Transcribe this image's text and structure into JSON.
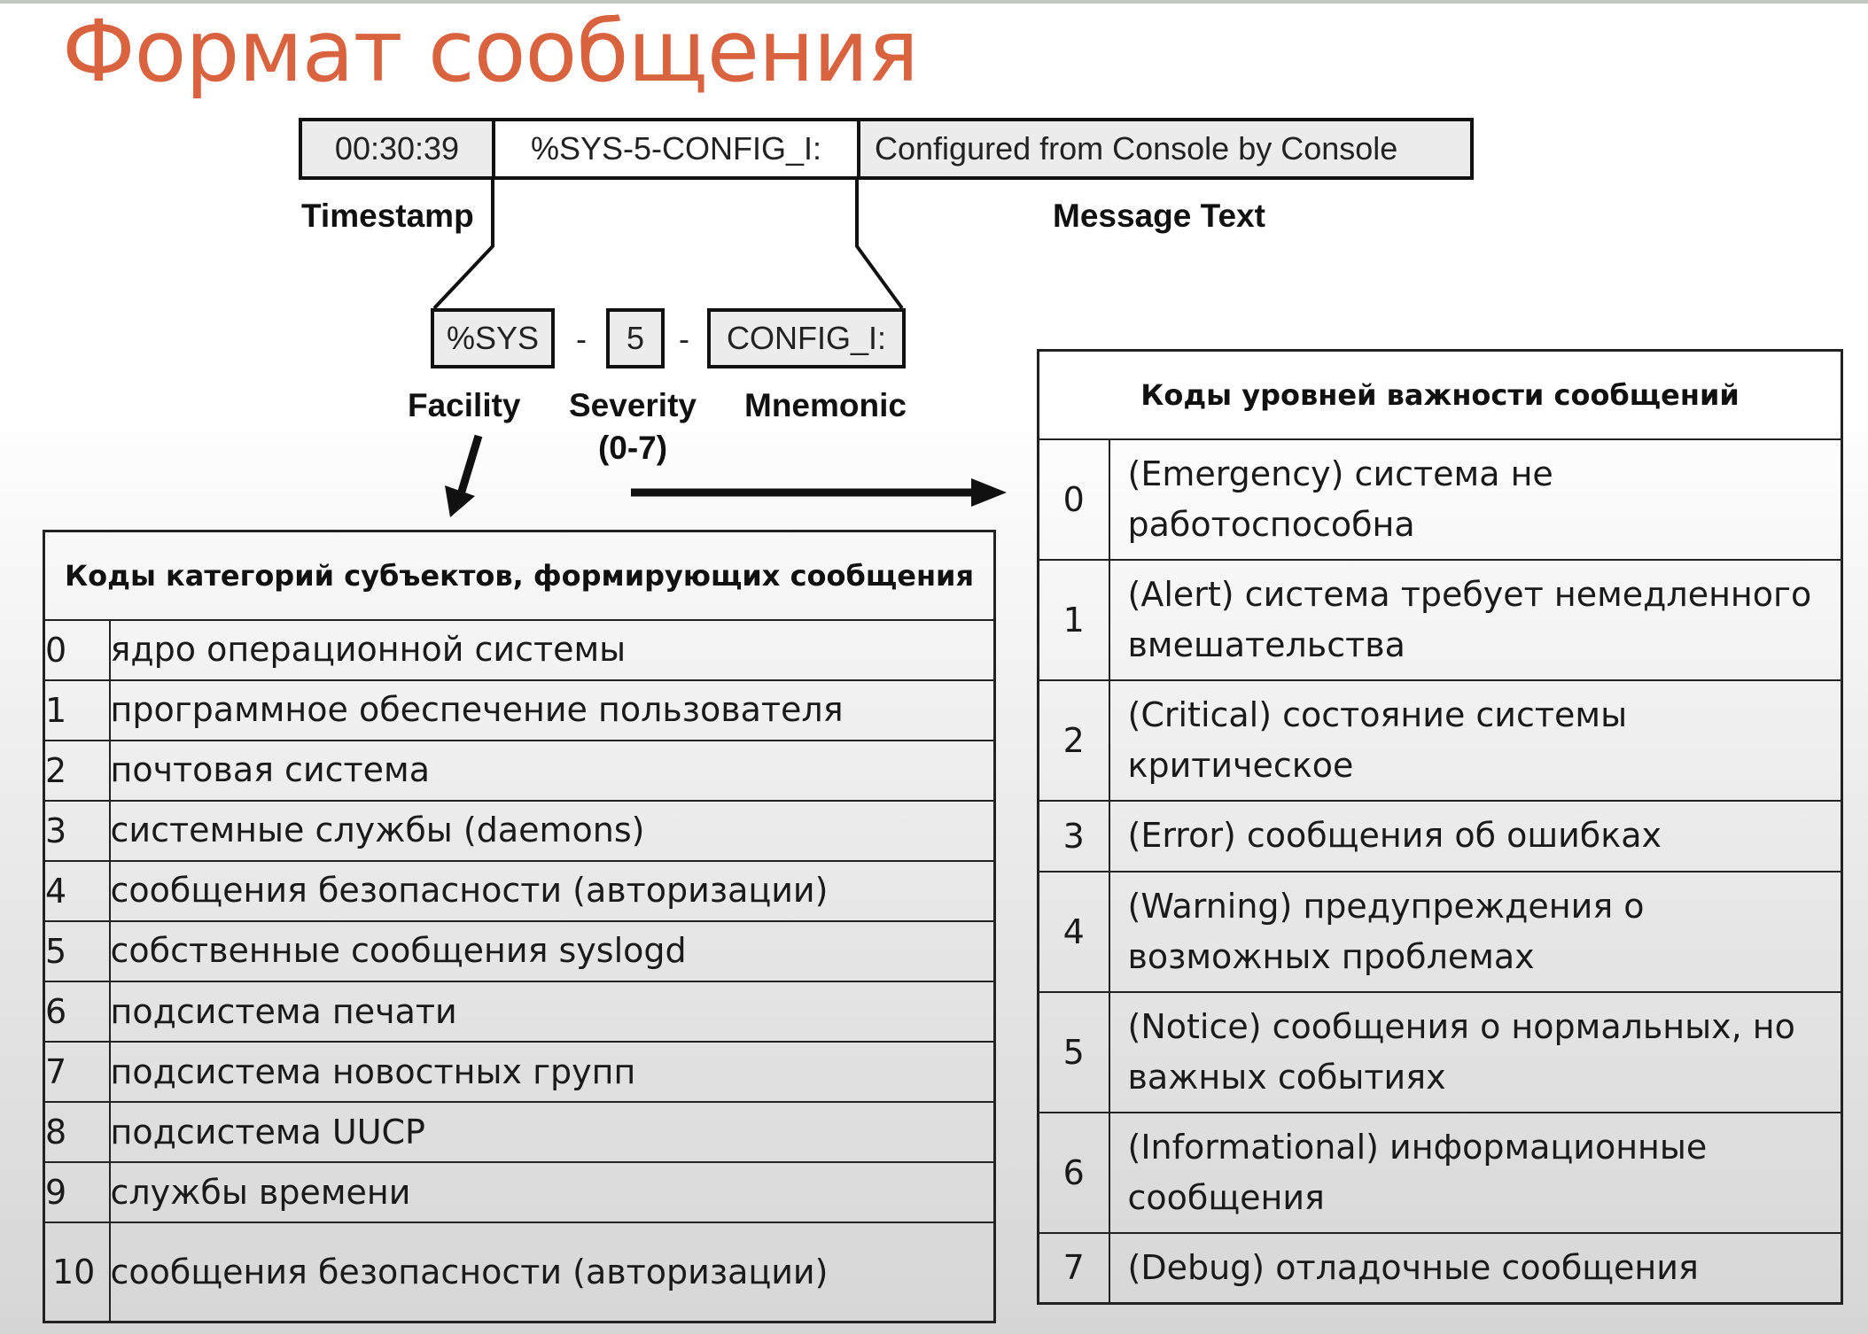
{
  "title": "Формат сообщения",
  "message_bar": {
    "timestamp": "00:30:39",
    "code": "%SYS-5-CONFIG_I:",
    "text": "Configured from Console by Console"
  },
  "message_labels": {
    "timestamp": "Timestamp",
    "message_text": "Message Text"
  },
  "parts": {
    "facility": "%SYS",
    "separator1": "-",
    "severity": "5",
    "separator2": "-",
    "mnemonic": "CONFIG_I:"
  },
  "part_labels": {
    "facility": "Facility",
    "severity": "Severity",
    "severity_range": "(0-7)",
    "mnemonic": "Mnemonic"
  },
  "facility_table": {
    "header": "Коды категорий субъектов, формирующих сообщения",
    "rows": [
      {
        "code": "0",
        "text": "ядро операционной системы"
      },
      {
        "code": "1",
        "text": "программное обеспечение пользователя"
      },
      {
        "code": "2",
        "text": "почтовая система"
      },
      {
        "code": "3",
        "text": "системные службы (daemons)"
      },
      {
        "code": "4",
        "text": "сообщения безопасности (авторизации)"
      },
      {
        "code": "5",
        "text": "собственные сообщения syslogd"
      },
      {
        "code": "6",
        "text": "подсистема печати"
      },
      {
        "code": "7",
        "text": "подсистема новостных групп"
      },
      {
        "code": "8",
        "text": "подсистема UUCP"
      },
      {
        "code": "9",
        "text": "службы времени"
      },
      {
        "code": "10",
        "text": "сообщения безопасности (авторизации)"
      }
    ]
  },
  "severity_table": {
    "header": "Коды уровней важности сообщений",
    "rows": [
      {
        "code": "0",
        "text": "(Emergency) система не работоспособна"
      },
      {
        "code": "1",
        "text": "(Alert) система требует немедленного вмешательства"
      },
      {
        "code": "2",
        "text": "(Critical) состояние системы критическое"
      },
      {
        "code": "3",
        "text": "(Error) сообщения об ошибках"
      },
      {
        "code": "4",
        "text": "(Warning) предупреждения о возможных проблемах"
      },
      {
        "code": "5",
        "text": "(Notice) сообщения о нормальных, но важных событиях"
      },
      {
        "code": "6",
        "text": "(Informational) информационные сообщения"
      },
      {
        "code": "7",
        "text": "(Debug) отладочные сообщения"
      }
    ]
  }
}
